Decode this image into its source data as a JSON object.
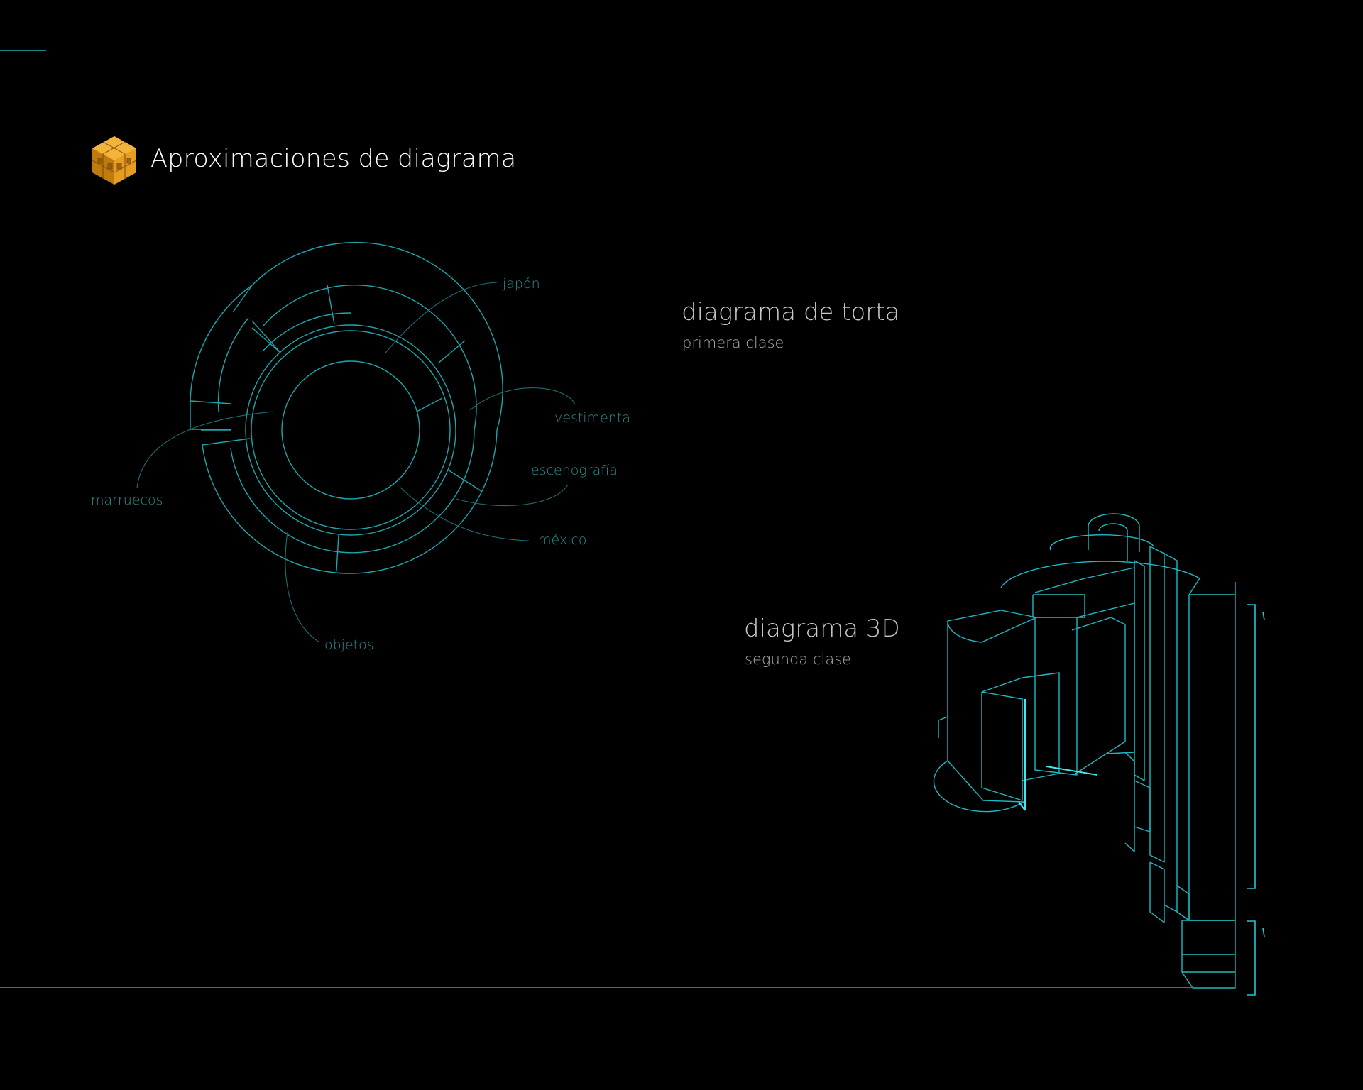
{
  "header": {
    "title": "Aproximaciones de diagrama",
    "logo_icon": "golden-cube-hexagon-icon",
    "logo_color": "#e0a020"
  },
  "sections": [
    {
      "title": "diagrama de torta",
      "subtitle": "primera clase"
    },
    {
      "title": "diagrama 3D",
      "subtitle": "segunda clase"
    }
  ],
  "pie_diagram": {
    "labels": [
      "japón",
      "vestimenta",
      "escenografía",
      "méxico",
      "objetos",
      "marruecos"
    ]
  },
  "colors": {
    "background": "#000000",
    "line": "#1aa6ac",
    "label": "#2e8c90",
    "iso_line": "#32d7e0"
  }
}
